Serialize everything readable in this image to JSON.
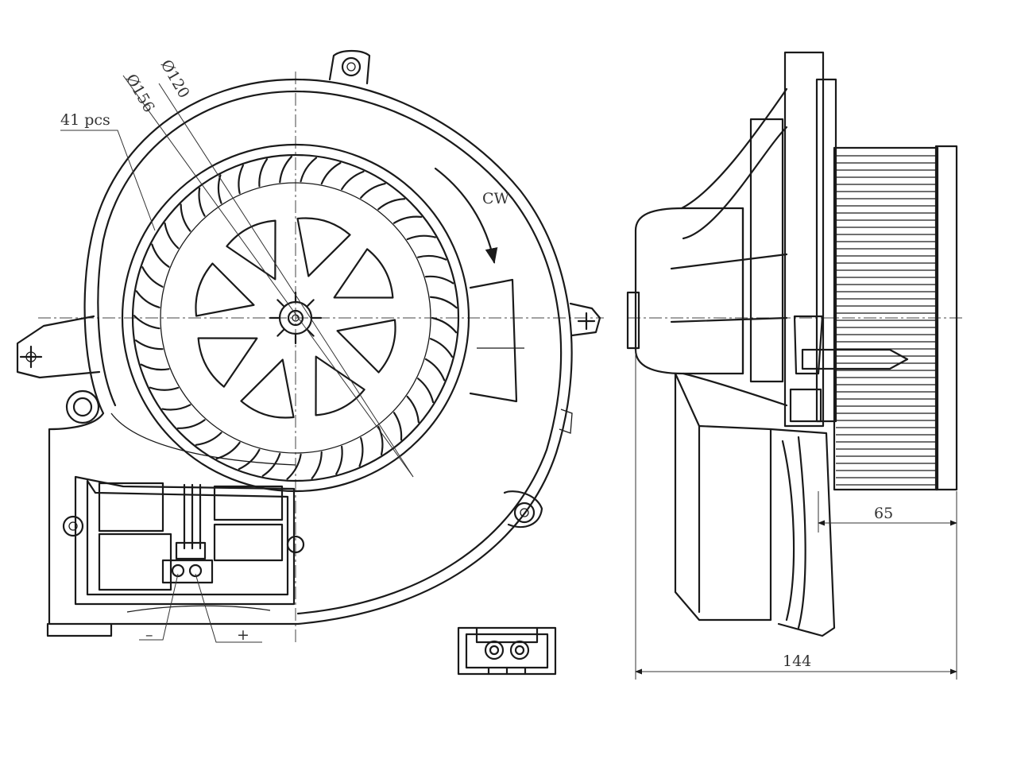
{
  "labels": {
    "blade_count": "41 pcs",
    "outer_diameter": "Ø156",
    "inner_diameter": "Ø120",
    "rotation": "CW",
    "minus_terminal": "–",
    "plus_terminal": "+",
    "depth_wheel": "65",
    "depth_total": "144"
  },
  "counts": {
    "fan_blades": 41,
    "hub_windows": 8
  }
}
